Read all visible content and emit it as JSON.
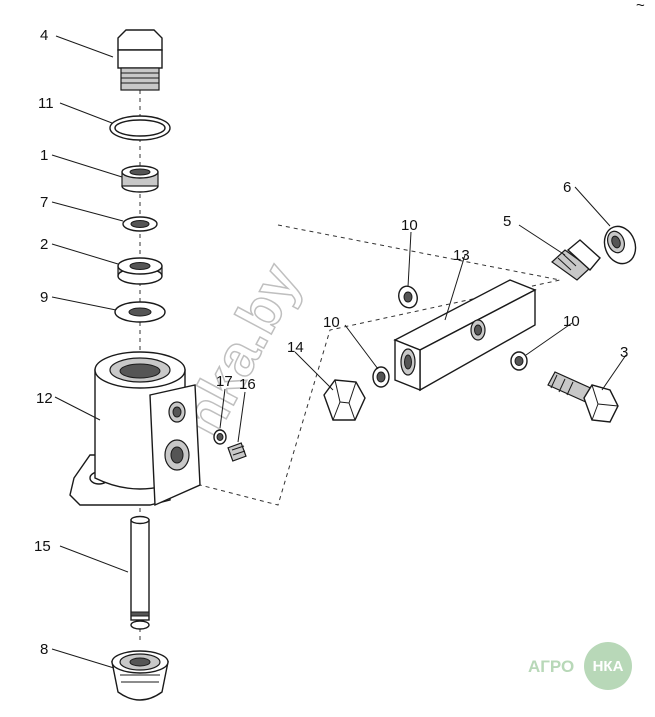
{
  "callouts": {
    "c1": "1",
    "c2": "2",
    "c3": "3",
    "c4": "4",
    "c5": "5",
    "c6": "6",
    "c7": "7",
    "c8": "8",
    "c9": "9",
    "c10a": "10",
    "c10b": "10",
    "c10c": "10",
    "c11": "11",
    "c12": "12",
    "c13": "13",
    "c14": "14",
    "c15": "15",
    "c16": "16",
    "c17": "17"
  },
  "watermark": {
    "text": "nka.by"
  },
  "logo": {
    "left_text": "АГРО",
    "circle_text": "НКА"
  },
  "corner_mark": "~"
}
